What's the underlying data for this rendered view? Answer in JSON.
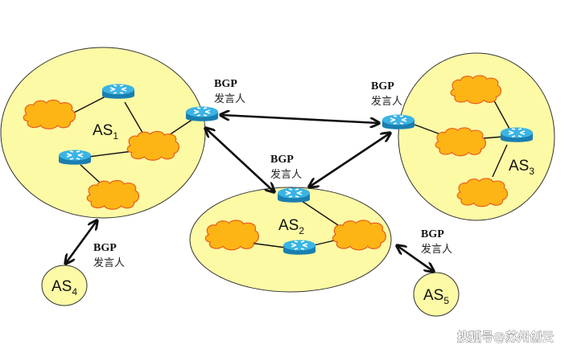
{
  "title": "BGP speakers between autonomous systems",
  "colors": {
    "as_fill": "#fdfaa6",
    "as_stroke": "#333333",
    "cloud_fill": "#fdb515",
    "cloud_stroke": "#e8601c",
    "router_top": "#38b0e0",
    "router_side": "#1a7fb0",
    "link": "#111111"
  },
  "autonomous_systems": [
    {
      "id": "as1",
      "label": "AS",
      "sub": "1"
    },
    {
      "id": "as2",
      "label": "AS",
      "sub": "2"
    },
    {
      "id": "as3",
      "label": "AS",
      "sub": "3"
    },
    {
      "id": "as4",
      "label": "AS",
      "sub": "4"
    },
    {
      "id": "as5",
      "label": "AS",
      "sub": "5"
    }
  ],
  "bgp_speaker_labels": [
    {
      "line1": "BGP",
      "line2": "发言人"
    },
    {
      "line1": "BGP",
      "line2": "发言人"
    },
    {
      "line1": "BGP",
      "line2": "发言人"
    },
    {
      "line1": "BGP",
      "line2": "发言人"
    },
    {
      "line1": "BGP",
      "line2": "发言人"
    }
  ],
  "bgp_sessions": [
    {
      "from": "AS1",
      "to": "AS3"
    },
    {
      "from": "AS1",
      "to": "AS2"
    },
    {
      "from": "AS2",
      "to": "AS3"
    },
    {
      "from": "AS1",
      "to": "AS4"
    },
    {
      "from": "AS2",
      "to": "AS5"
    }
  ],
  "icons": {
    "router": "router-icon",
    "network": "network-cloud-icon"
  },
  "watermark": "搜狐号@苏州创云"
}
